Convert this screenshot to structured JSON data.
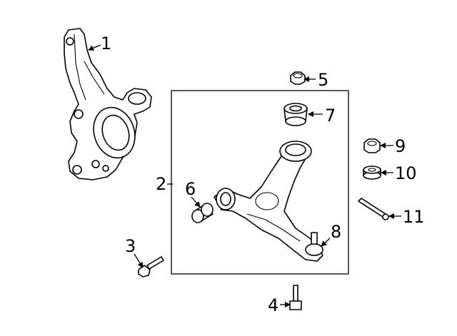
{
  "callouts": [
    {
      "id": "1",
      "label": "1",
      "part": "steering-knuckle"
    },
    {
      "id": "2",
      "label": "2",
      "part": "lower-control-arm-assembly"
    },
    {
      "id": "3",
      "label": "3",
      "part": "bolt"
    },
    {
      "id": "4",
      "label": "4",
      "part": "bolt"
    },
    {
      "id": "5",
      "label": "5",
      "part": "nut"
    },
    {
      "id": "6",
      "label": "6",
      "part": "front-bushing"
    },
    {
      "id": "7",
      "label": "7",
      "part": "rear-bushing"
    },
    {
      "id": "8",
      "label": "8",
      "part": "ball-joint"
    },
    {
      "id": "9",
      "label": "9",
      "part": "nut"
    },
    {
      "id": "10",
      "label": "10",
      "part": "washer"
    },
    {
      "id": "11",
      "label": "11",
      "part": "cotter-pin"
    }
  ]
}
